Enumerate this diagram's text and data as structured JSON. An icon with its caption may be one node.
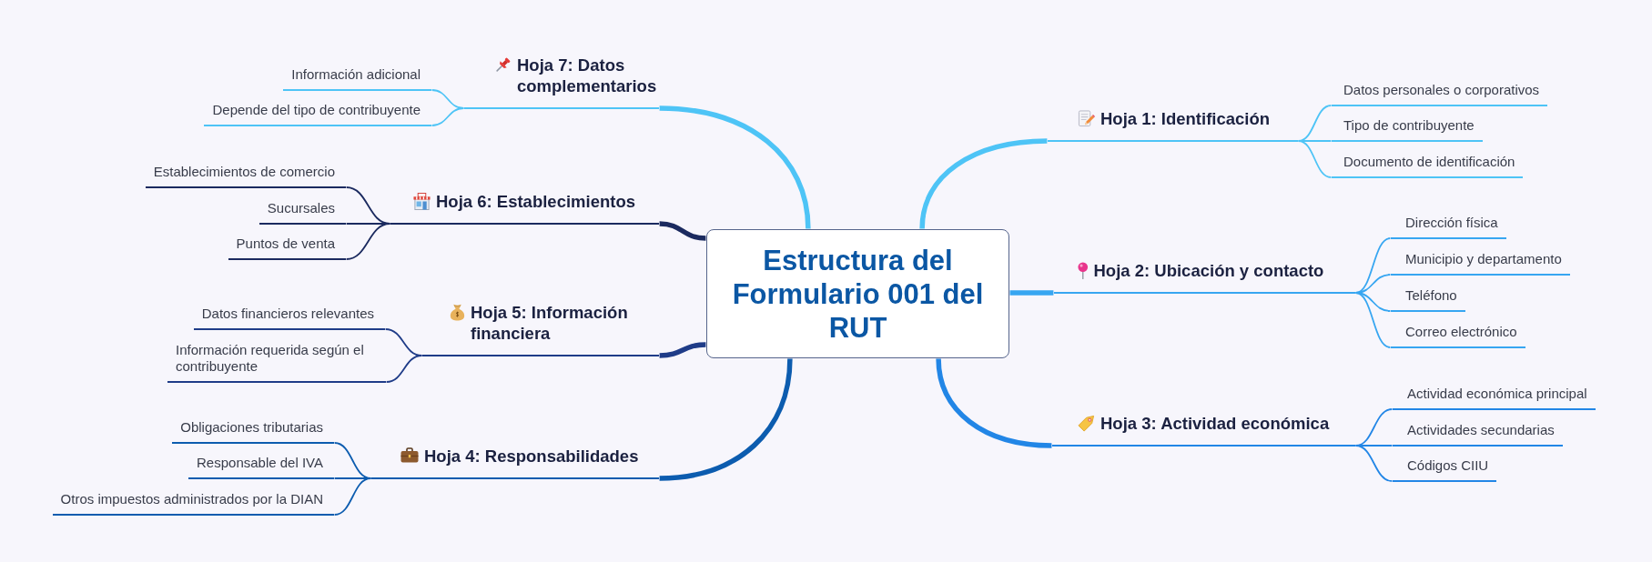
{
  "diagram": {
    "nodes": [
      {
        "text": [
          "Estructura del Formulario 001 del RUT"
        ]
      },
      {
        "text": [
          "Hoja 1: Identificación"
        ]
      },
      {
        "text": [
          "Datos personales o corporativos"
        ]
      },
      {
        "text": [
          "Tipo de contribuyente"
        ]
      },
      {
        "text": [
          "Documento de identificación"
        ]
      },
      {
        "text": [
          "Hoja 2: Ubicación y contacto"
        ]
      },
      {
        "text": [
          "Dirección física"
        ]
      },
      {
        "text": [
          "Municipio y departamento"
        ]
      },
      {
        "text": [
          "Teléfono"
        ]
      },
      {
        "text": [
          "Correo electrónico"
        ]
      },
      {
        "text": [
          "Hoja 3: Actividad económica"
        ]
      },
      {
        "text": [
          "Actividad económica principal"
        ]
      },
      {
        "text": [
          "Actividades secundarias"
        ]
      },
      {
        "text": [
          "Códigos CIIU"
        ]
      },
      {
        "text": [
          "Hoja 4: Responsabilidades"
        ]
      },
      {
        "text": [
          "Obligaciones tributarias"
        ]
      },
      {
        "text": [
          "Responsable del IVA"
        ]
      },
      {
        "text": [
          "Otros impuestos administrados por la DIAN"
        ]
      },
      {
        "text": [
          "Hoja 5: Información financiera"
        ]
      },
      {
        "text": [
          "Datos financieros relevantes"
        ]
      },
      {
        "text": [
          "Información requerida según el contribuyente"
        ]
      },
      {
        "text": [
          "Hoja 6: Establecimientos"
        ]
      },
      {
        "text": [
          "Establecimientos de comercio"
        ]
      },
      {
        "text": [
          "Sucursales"
        ]
      },
      {
        "text": [
          "Puntos de venta"
        ]
      },
      {
        "text": [
          "Hoja 7: Datos complementarios"
        ]
      },
      {
        "text": [
          "Información adicional"
        ]
      },
      {
        "text": [
          "Depende del tipo de contribuyente"
        ]
      }
    ],
    "edges": [
      {
        "from": 0,
        "to": 1,
        "arrow": "none",
        "style": "thick",
        "color": "#4ec4f6"
      },
      {
        "from": 1,
        "to": 2,
        "arrow": "none",
        "color": "#4ec4f6"
      },
      {
        "from": 1,
        "to": 3,
        "arrow": "none",
        "color": "#4ec4f6"
      },
      {
        "from": 1,
        "to": 4,
        "arrow": "none",
        "color": "#4ec4f6"
      },
      {
        "from": 0,
        "to": 5,
        "arrow": "none",
        "style": "thick",
        "color": "#37a6f1"
      },
      {
        "from": 5,
        "to": 6,
        "arrow": "none",
        "color": "#37a6f1"
      },
      {
        "from": 5,
        "to": 7,
        "arrow": "none",
        "color": "#37a6f1"
      },
      {
        "from": 5,
        "to": 8,
        "arrow": "none",
        "color": "#37a6f1"
      },
      {
        "from": 5,
        "to": 9,
        "arrow": "none",
        "color": "#37a6f1"
      },
      {
        "from": 0,
        "to": 10,
        "arrow": "none",
        "style": "thick",
        "color": "#2286e6"
      },
      {
        "from": 10,
        "to": 11,
        "arrow": "none",
        "color": "#2286e6"
      },
      {
        "from": 10,
        "to": 12,
        "arrow": "none",
        "color": "#2286e6"
      },
      {
        "from": 10,
        "to": 13,
        "arrow": "none",
        "color": "#2286e6"
      },
      {
        "from": 0,
        "to": 14,
        "arrow": "none",
        "style": "thick",
        "color": "#0c5caf"
      },
      {
        "from": 14,
        "to": 15,
        "arrow": "none",
        "color": "#0c5caf"
      },
      {
        "from": 14,
        "to": 16,
        "arrow": "none",
        "color": "#0c5caf"
      },
      {
        "from": 14,
        "to": 17,
        "arrow": "none",
        "color": "#0c5caf"
      },
      {
        "from": 0,
        "to": 18,
        "arrow": "none",
        "style": "thick",
        "color": "#1f3c88"
      },
      {
        "from": 18,
        "to": 19,
        "arrow": "none",
        "color": "#1f3c88"
      },
      {
        "from": 18,
        "to": 20,
        "arrow": "none",
        "color": "#1f3c88"
      },
      {
        "from": 0,
        "to": 21,
        "arrow": "none",
        "style": "thick",
        "color": "#1b2a5f"
      },
      {
        "from": 21,
        "to": 22,
        "arrow": "none",
        "color": "#1b2a5f"
      },
      {
        "from": 21,
        "to": 23,
        "arrow": "none",
        "color": "#1b2a5f"
      },
      {
        "from": 21,
        "to": 24,
        "arrow": "none",
        "color": "#1b2a5f"
      },
      {
        "from": 0,
        "to": 25,
        "arrow": "none",
        "style": "thick",
        "color": "#4ec4f6"
      },
      {
        "from": 25,
        "to": 26,
        "arrow": "none",
        "color": "#4ec4f6"
      },
      {
        "from": 25,
        "to": 27,
        "arrow": "none",
        "color": "#4ec4f6"
      }
    ]
  }
}
